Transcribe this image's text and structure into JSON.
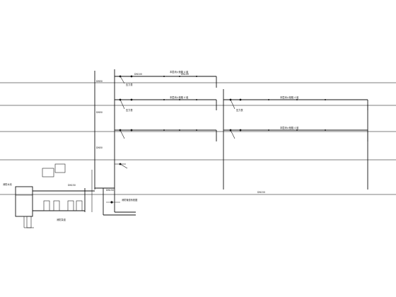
{
  "labels": {
    "riser_top": "DN50",
    "riser_mid": "DN50",
    "riser_low": "DN50",
    "pipe_top_left": "DN100",
    "pipe_top_right": "DN100",
    "main_pipe": "DN150",
    "pipe_mid": "DN150",
    "pump_pipe": "DN150",
    "floor_note_1": "本层消火栓箱 4 组",
    "floor_note_2": "本层消火栓箱 4 组",
    "floor_note_3": "本层消火栓箱 4 组",
    "floor_note_4": "本层消火栓箱 4 组",
    "valve_note_1": "压力表",
    "valve_note_2": "压力表",
    "valve_note_3": "压力表",
    "tank_note": "消防水池",
    "pump_note": "消防泵组",
    "legend_box": "消防管道系统图"
  }
}
